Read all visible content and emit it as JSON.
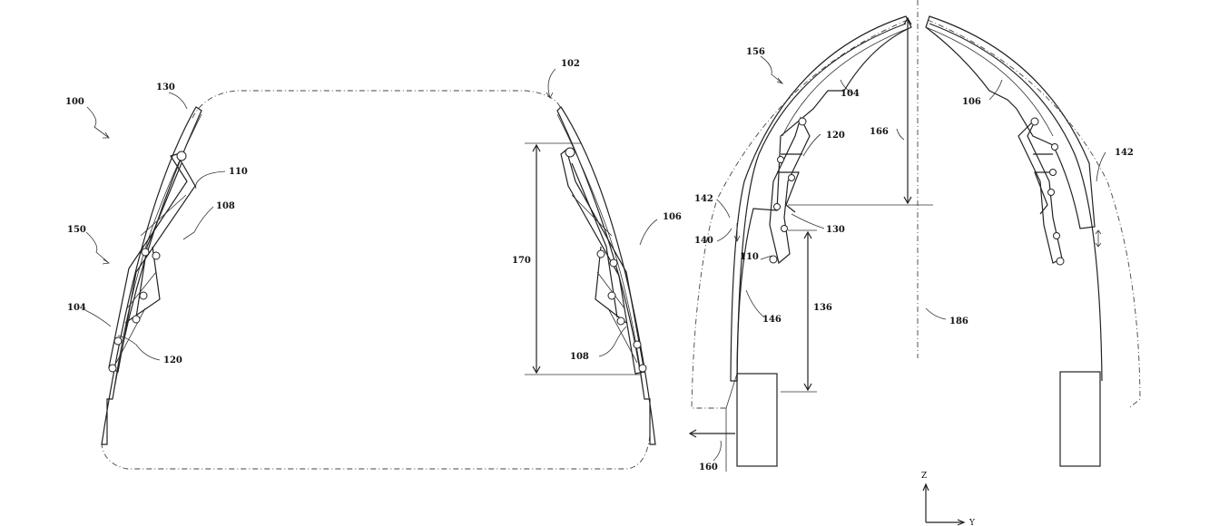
{
  "figure": {
    "left_view": {
      "refs": {
        "r100": "100",
        "r130": "130",
        "r102": "102",
        "r110": "110",
        "r108a": "108",
        "r150": "150",
        "r104": "104",
        "r120": "120",
        "r170": "170",
        "r106": "106",
        "r108b": "108"
      }
    },
    "right_view": {
      "refs": {
        "r156": "156",
        "r104": "104",
        "r166": "166",
        "r106": "106",
        "r120": "120",
        "r142a": "142",
        "r142b": "142",
        "r140": "140",
        "r130": "130",
        "r110": "110",
        "r146": "146",
        "r136": "136",
        "r186": "186",
        "r160": "160"
      },
      "axes": {
        "z": "Z",
        "y": "Y"
      }
    }
  }
}
